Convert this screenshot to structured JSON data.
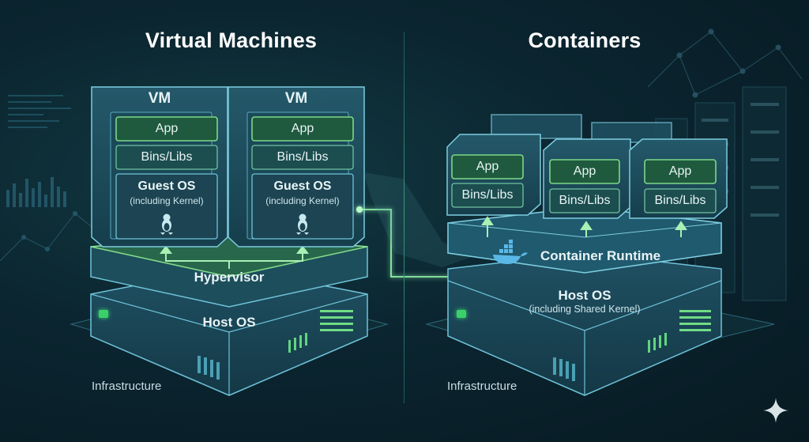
{
  "left": {
    "title": "Virtual Machines",
    "vms": [
      {
        "header": "VM",
        "app": "App",
        "bins": "Bins/Libs",
        "guest_os": "Guest OS",
        "guest_os_note": "(including Kernel)",
        "icon": "linux-penguin-icon"
      },
      {
        "header": "VM",
        "app": "App",
        "bins": "Bins/Libs",
        "guest_os": "Guest OS",
        "guest_os_note": "(including Kernel)",
        "icon": "linux-penguin-icon"
      }
    ],
    "hypervisor": "Hypervisor",
    "host_os": "Host OS",
    "infrastructure": "Infrastructure"
  },
  "right": {
    "title": "Containers",
    "containers": [
      {
        "app": "App",
        "bins": "Bins/Libs"
      },
      {
        "app": "App",
        "bins": "Bins/Libs"
      },
      {
        "app": "App",
        "bins": "Bins/Libs"
      }
    ],
    "runtime": "Container Runtime",
    "runtime_icon": "docker-whale-icon",
    "host_os": "Host OS",
    "host_os_note": "(including Shared Kernel)",
    "infrastructure": "Infrastructure"
  },
  "colors": {
    "background": "#0b2530",
    "panel_fill": "#1a4a5a",
    "panel_stroke": "#6fc3d9",
    "app_box_fill": "#1f5a3e",
    "app_box_stroke": "#7ed88a",
    "bins_box_fill": "#1c4d4f",
    "accent_green": "#7dea8a"
  }
}
